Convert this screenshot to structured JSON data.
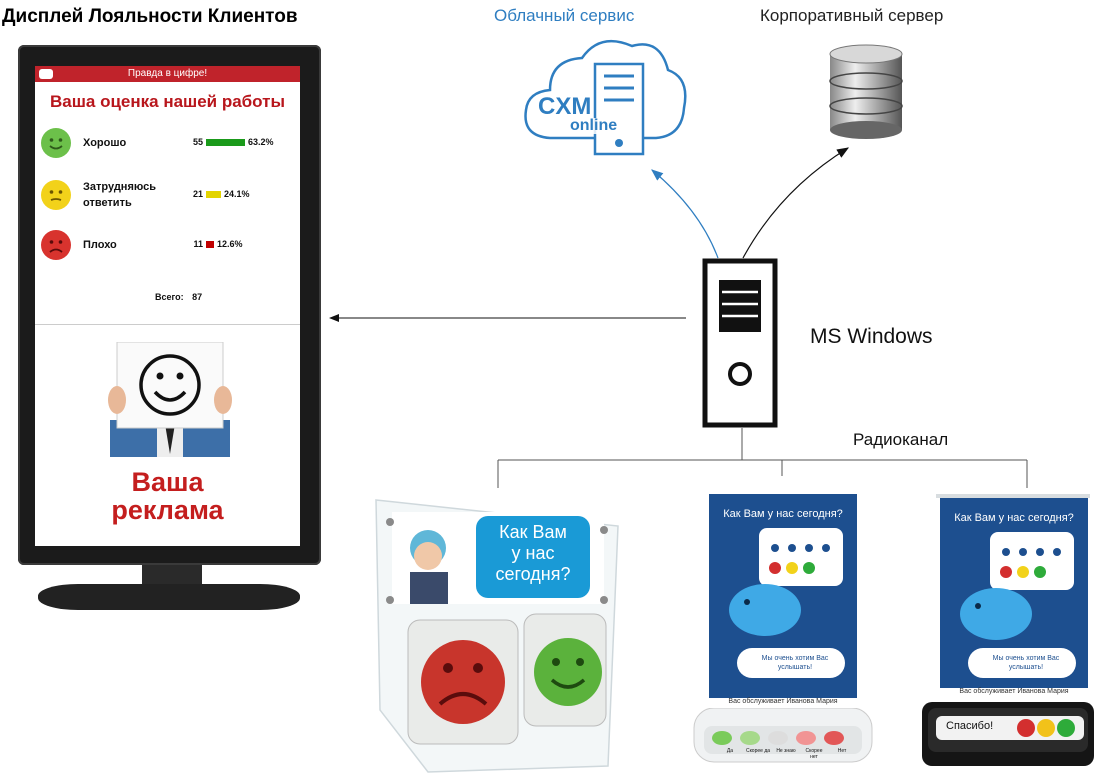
{
  "title": "Дисплей Лояльности Клиентов",
  "labels": {
    "cloud": "Облачный сервис",
    "corporate": "Корпоративный сервер",
    "windows": "MS Windows",
    "radio": "Радиоканал",
    "cloud_logo_1": "CXM",
    "cloud_logo_2": "online"
  },
  "monitor": {
    "bar_title": "Правда в цифре!",
    "heading": "Ваша оценка нашей работы",
    "rows": [
      {
        "label_1": "Хорошо",
        "label_2": "",
        "count": "55",
        "pct": "63.2%",
        "fraction": 0.632,
        "color": "#1a9a1a"
      },
      {
        "label_1": "Затрудняюсь",
        "label_2": "ответить",
        "count": "21",
        "pct": "24.1%",
        "fraction": 0.241,
        "color": "#e3d400"
      },
      {
        "label_1": "Плохо",
        "label_2": "",
        "count": "11",
        "pct": "12.6%",
        "fraction": 0.126,
        "color": "#c00000"
      }
    ],
    "total_label": "Всего:",
    "total": "87",
    "ad_line1": "Ваша",
    "ad_line2": "реклама"
  },
  "device_stand": {
    "bubble_line1": "Как Вам",
    "bubble_line2": "у нас",
    "bubble_line3": "сегодня?"
  },
  "tablet1": {
    "question": "Как Вам у нас сегодня?",
    "speech_line1": "Мы очень хотим Вас",
    "speech_line2": "услышать!",
    "footer": "Вас обслуживает Иванова Мария",
    "buttons": [
      "Да",
      "Скорее да",
      "Не знаю",
      "Скорее нет",
      "Нет"
    ]
  },
  "tablet2": {
    "question": "Как Вам у нас сегодня?",
    "speech_line1": "Мы очень хотим Вас",
    "speech_line2": "услышать!",
    "footer": "Вас обслуживает Иванова Мария",
    "thanks": "Спасибо!"
  },
  "colors": {
    "accent_red": "#c0232b",
    "cloud_blue": "#2f7ec1",
    "tablet_blue": "#1d4f8f"
  }
}
